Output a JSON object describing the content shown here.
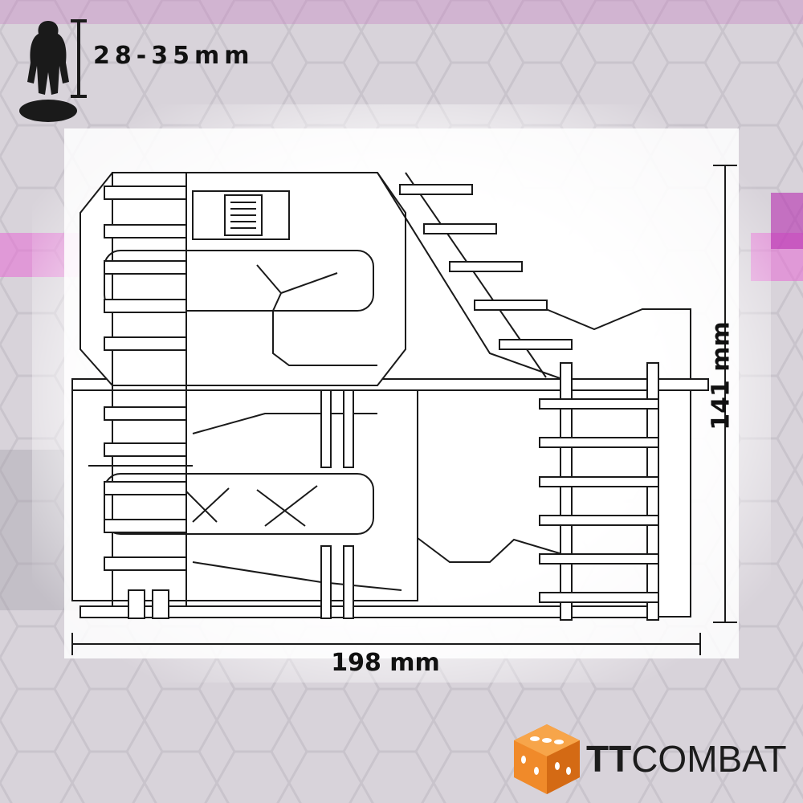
{
  "scale": {
    "label": "28-35mm"
  },
  "dimensions": {
    "width": "198 mm",
    "height": "141 mm"
  },
  "brand": {
    "name": "TTCOMBAT",
    "bold_part": "TT",
    "rest": "COMBAT"
  },
  "colors": {
    "accent_pink": "#e86ad6",
    "ink": "#1a1a1a",
    "dice_orange": "#f08a2a"
  }
}
